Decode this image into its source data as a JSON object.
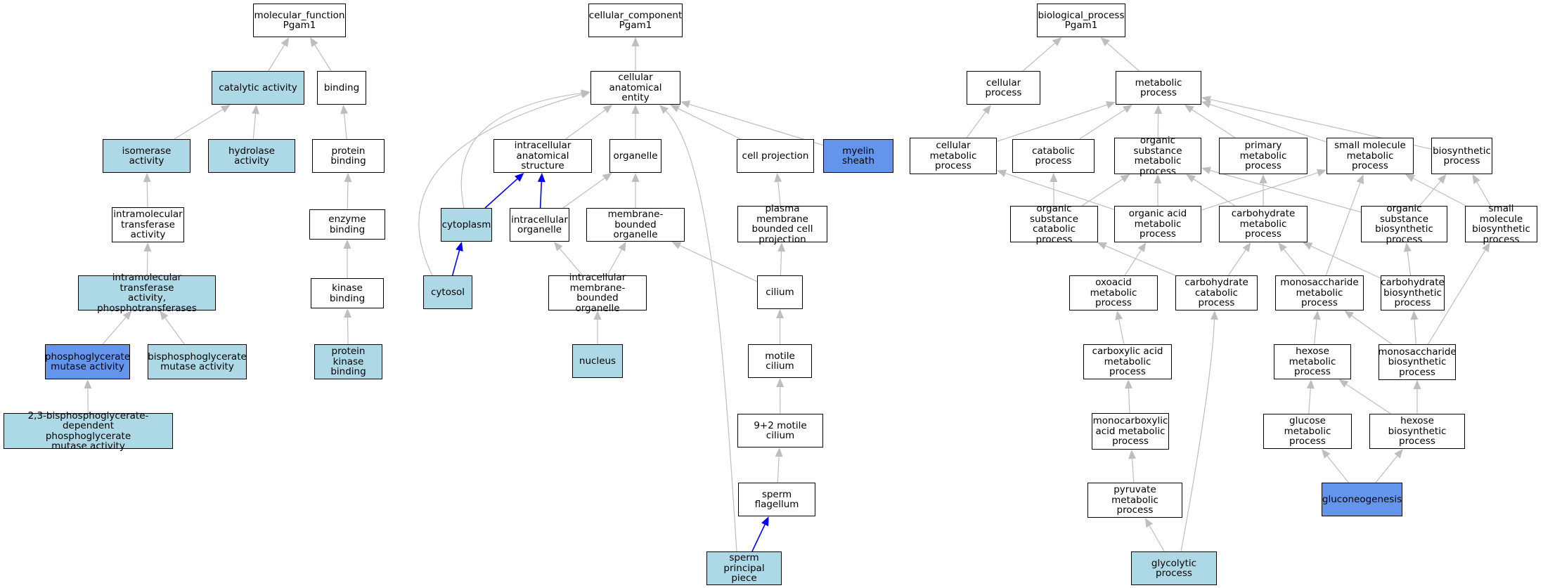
{
  "colors": {
    "plain": "#ffffff",
    "annotated": "#add8e6",
    "highlighted": "#6495ed",
    "edge_gray": "#bebebe",
    "edge_blue": "#0000ff"
  },
  "nodes": {
    "mf_root": {
      "label": "molecular_function\nPgam1",
      "kind": "plain"
    },
    "catalytic": {
      "label": "catalytic activity",
      "kind": "annotated"
    },
    "binding": {
      "label": "binding",
      "kind": "plain"
    },
    "isomerase": {
      "label": "isomerase activity",
      "kind": "annotated"
    },
    "hydrolase": {
      "label": "hydrolase activity",
      "kind": "annotated"
    },
    "protein_binding": {
      "label": "protein binding",
      "kind": "plain"
    },
    "intramol": {
      "label": "intramolecular\ntransferase\nactivity",
      "kind": "plain"
    },
    "enzyme_binding": {
      "label": "enzyme binding",
      "kind": "plain"
    },
    "intramol_phos": {
      "label": "intramolecular\ntransferase\nactivity, phosphotransferases",
      "kind": "annotated"
    },
    "kinase_binding": {
      "label": "kinase binding",
      "kind": "plain"
    },
    "pgm": {
      "label": "phosphoglycerate\nmutase activity",
      "kind": "highlighted"
    },
    "bpgm": {
      "label": "bisphosphoglycerate\nmutase activity",
      "kind": "annotated"
    },
    "pk_binding": {
      "label": "protein kinase\nbinding",
      "kind": "annotated"
    },
    "bpg_dep": {
      "label": "2,3-bisphosphoglycerate-dependent\nphosphoglycerate\nmutase activity",
      "kind": "annotated"
    },
    "cc_root": {
      "label": "cellular_component\nPgam1",
      "kind": "plain"
    },
    "anat_entity": {
      "label": "cellular anatomical\nentity",
      "kind": "plain"
    },
    "intra_anat": {
      "label": "intracellular\nanatomical structure",
      "kind": "plain"
    },
    "organelle": {
      "label": "organelle",
      "kind": "plain"
    },
    "cell_proj": {
      "label": "cell projection",
      "kind": "plain"
    },
    "myelin": {
      "label": "myelin sheath",
      "kind": "highlighted"
    },
    "cytoplasm": {
      "label": "cytoplasm",
      "kind": "annotated"
    },
    "intra_org": {
      "label": "intracellular\norganelle",
      "kind": "plain"
    },
    "mem_org": {
      "label": "membrane-bounded\norganelle",
      "kind": "plain"
    },
    "pm_proj": {
      "label": "plasma membrane\nbounded cell\nprojection",
      "kind": "plain"
    },
    "cytosol": {
      "label": "cytosol",
      "kind": "annotated"
    },
    "intra_mem_org": {
      "label": "intracellular\nmembrane-bounded\norganelle",
      "kind": "plain"
    },
    "cilium": {
      "label": "cilium",
      "kind": "plain"
    },
    "nucleus": {
      "label": "nucleus",
      "kind": "annotated"
    },
    "motile_cilium": {
      "label": "motile cilium",
      "kind": "plain"
    },
    "nine_two": {
      "label": "9+2 motile cilium",
      "kind": "plain"
    },
    "sperm_flag": {
      "label": "sperm flagellum",
      "kind": "plain"
    },
    "sperm_pp": {
      "label": "sperm principal\npiece",
      "kind": "annotated"
    },
    "bp_root": {
      "label": "biological_process\nPgam1",
      "kind": "plain"
    },
    "cell_proc": {
      "label": "cellular process",
      "kind": "plain"
    },
    "met_proc": {
      "label": "metabolic process",
      "kind": "plain"
    },
    "cell_met": {
      "label": "cellular metabolic\nprocess",
      "kind": "plain"
    },
    "catab": {
      "label": "catabolic process",
      "kind": "plain"
    },
    "org_sub_met": {
      "label": "organic substance\nmetabolic process",
      "kind": "plain"
    },
    "prim_met": {
      "label": "primary metabolic\nprocess",
      "kind": "plain"
    },
    "small_mol_met": {
      "label": "small molecule\nmetabolic process",
      "kind": "plain"
    },
    "biosyn": {
      "label": "biosynthetic\nprocess",
      "kind": "plain"
    },
    "org_sub_cat": {
      "label": "organic substance\ncatabolic process",
      "kind": "plain"
    },
    "org_acid_met": {
      "label": "organic acid\nmetabolic process",
      "kind": "plain"
    },
    "carb_met": {
      "label": "carbohydrate\nmetabolic process",
      "kind": "plain"
    },
    "org_sub_bio": {
      "label": "organic substance\nbiosynthetic\nprocess",
      "kind": "plain"
    },
    "small_mol_bio": {
      "label": "small molecule\nbiosynthetic\nprocess",
      "kind": "plain"
    },
    "oxo_met": {
      "label": "oxoacid metabolic\nprocess",
      "kind": "plain"
    },
    "carb_cat": {
      "label": "carbohydrate\ncatabolic process",
      "kind": "plain"
    },
    "monosac_met": {
      "label": "monosaccharide\nmetabolic process",
      "kind": "plain"
    },
    "carb_bio": {
      "label": "carbohydrate\nbiosynthetic\nprocess",
      "kind": "plain"
    },
    "carbox_met": {
      "label": "carboxylic acid\nmetabolic process",
      "kind": "plain"
    },
    "hexose_met": {
      "label": "hexose metabolic\nprocess",
      "kind": "plain"
    },
    "monosac_bio": {
      "label": "monosaccharide\nbiosynthetic\nprocess",
      "kind": "plain"
    },
    "monocarb_met": {
      "label": "monocarboxylic\nacid metabolic\nprocess",
      "kind": "plain"
    },
    "glucose_met": {
      "label": "glucose metabolic\nprocess",
      "kind": "plain"
    },
    "hexose_bio": {
      "label": "hexose biosynthetic\nprocess",
      "kind": "plain"
    },
    "gluconeo": {
      "label": "gluconeogenesis",
      "kind": "highlighted"
    },
    "pyruvate_met": {
      "label": "pyruvate metabolic\nprocess",
      "kind": "plain"
    },
    "glycolytic": {
      "label": "glycolytic process",
      "kind": "annotated"
    }
  },
  "edges": [
    {
      "from": "catalytic",
      "to": "mf_root"
    },
    {
      "from": "binding",
      "to": "mf_root"
    },
    {
      "from": "isomerase",
      "to": "catalytic"
    },
    {
      "from": "hydrolase",
      "to": "catalytic"
    },
    {
      "from": "protein_binding",
      "to": "binding"
    },
    {
      "from": "intramol",
      "to": "isomerase"
    },
    {
      "from": "enzyme_binding",
      "to": "protein_binding"
    },
    {
      "from": "intramol_phos",
      "to": "intramol"
    },
    {
      "from": "kinase_binding",
      "to": "enzyme_binding"
    },
    {
      "from": "pgm",
      "to": "intramol_phos"
    },
    {
      "from": "bpgm",
      "to": "intramol_phos"
    },
    {
      "from": "pk_binding",
      "to": "kinase_binding"
    },
    {
      "from": "bpg_dep",
      "to": "pgm"
    },
    {
      "from": "anat_entity",
      "to": "cc_root"
    },
    {
      "from": "intra_anat",
      "to": "anat_entity"
    },
    {
      "from": "organelle",
      "to": "anat_entity"
    },
    {
      "from": "cell_proj",
      "to": "anat_entity"
    },
    {
      "from": "myelin",
      "to": "anat_entity"
    },
    {
      "from": "cytoplasm",
      "to": "anat_entity"
    },
    {
      "from": "cytosol",
      "to": "anat_entity"
    },
    {
      "from": "sperm_pp",
      "to": "anat_entity"
    },
    {
      "from": "cytoplasm",
      "to": "intra_anat",
      "blue": true
    },
    {
      "from": "intra_org",
      "to": "intra_anat",
      "blue": true
    },
    {
      "from": "intra_org",
      "to": "organelle"
    },
    {
      "from": "mem_org",
      "to": "organelle"
    },
    {
      "from": "pm_proj",
      "to": "cell_proj"
    },
    {
      "from": "cytosol",
      "to": "cytoplasm",
      "blue": true
    },
    {
      "from": "intra_mem_org",
      "to": "intra_org"
    },
    {
      "from": "intra_mem_org",
      "to": "mem_org"
    },
    {
      "from": "cilium",
      "to": "mem_org"
    },
    {
      "from": "cilium",
      "to": "pm_proj"
    },
    {
      "from": "nucleus",
      "to": "intra_mem_org"
    },
    {
      "from": "motile_cilium",
      "to": "cilium"
    },
    {
      "from": "nine_two",
      "to": "motile_cilium"
    },
    {
      "from": "sperm_flag",
      "to": "nine_two"
    },
    {
      "from": "sperm_pp",
      "to": "sperm_flag",
      "blue": true
    },
    {
      "from": "cell_proc",
      "to": "bp_root"
    },
    {
      "from": "met_proc",
      "to": "bp_root"
    },
    {
      "from": "cell_met",
      "to": "cell_proc"
    },
    {
      "from": "cell_met",
      "to": "met_proc"
    },
    {
      "from": "catab",
      "to": "met_proc"
    },
    {
      "from": "org_sub_met",
      "to": "met_proc"
    },
    {
      "from": "prim_met",
      "to": "met_proc"
    },
    {
      "from": "small_mol_met",
      "to": "met_proc"
    },
    {
      "from": "biosyn",
      "to": "met_proc"
    },
    {
      "from": "org_sub_cat",
      "to": "catab"
    },
    {
      "from": "org_sub_cat",
      "to": "org_sub_met"
    },
    {
      "from": "org_acid_met",
      "to": "org_sub_met"
    },
    {
      "from": "org_acid_met",
      "to": "cell_met"
    },
    {
      "from": "org_acid_met",
      "to": "small_mol_met"
    },
    {
      "from": "carb_met",
      "to": "org_sub_met"
    },
    {
      "from": "carb_met",
      "to": "prim_met"
    },
    {
      "from": "org_sub_bio",
      "to": "org_sub_met"
    },
    {
      "from": "org_sub_bio",
      "to": "biosyn"
    },
    {
      "from": "small_mol_bio",
      "to": "small_mol_met"
    },
    {
      "from": "small_mol_bio",
      "to": "biosyn"
    },
    {
      "from": "oxo_met",
      "to": "org_acid_met"
    },
    {
      "from": "carb_cat",
      "to": "org_sub_cat"
    },
    {
      "from": "carb_cat",
      "to": "carb_met"
    },
    {
      "from": "monosac_met",
      "to": "carb_met"
    },
    {
      "from": "monosac_met",
      "to": "small_mol_met"
    },
    {
      "from": "carb_bio",
      "to": "carb_met"
    },
    {
      "from": "carb_bio",
      "to": "org_sub_bio"
    },
    {
      "from": "carbox_met",
      "to": "oxo_met"
    },
    {
      "from": "hexose_met",
      "to": "monosac_met"
    },
    {
      "from": "monosac_bio",
      "to": "monosac_met"
    },
    {
      "from": "monosac_bio",
      "to": "carb_bio"
    },
    {
      "from": "monosac_bio",
      "to": "small_mol_bio"
    },
    {
      "from": "monocarb_met",
      "to": "carbox_met"
    },
    {
      "from": "glucose_met",
      "to": "hexose_met"
    },
    {
      "from": "hexose_bio",
      "to": "hexose_met"
    },
    {
      "from": "hexose_bio",
      "to": "monosac_bio"
    },
    {
      "from": "gluconeo",
      "to": "glucose_met"
    },
    {
      "from": "gluconeo",
      "to": "hexose_bio"
    },
    {
      "from": "pyruvate_met",
      "to": "monocarb_met"
    },
    {
      "from": "glycolytic",
      "to": "pyruvate_met"
    },
    {
      "from": "glycolytic",
      "to": "carb_cat"
    }
  ]
}
